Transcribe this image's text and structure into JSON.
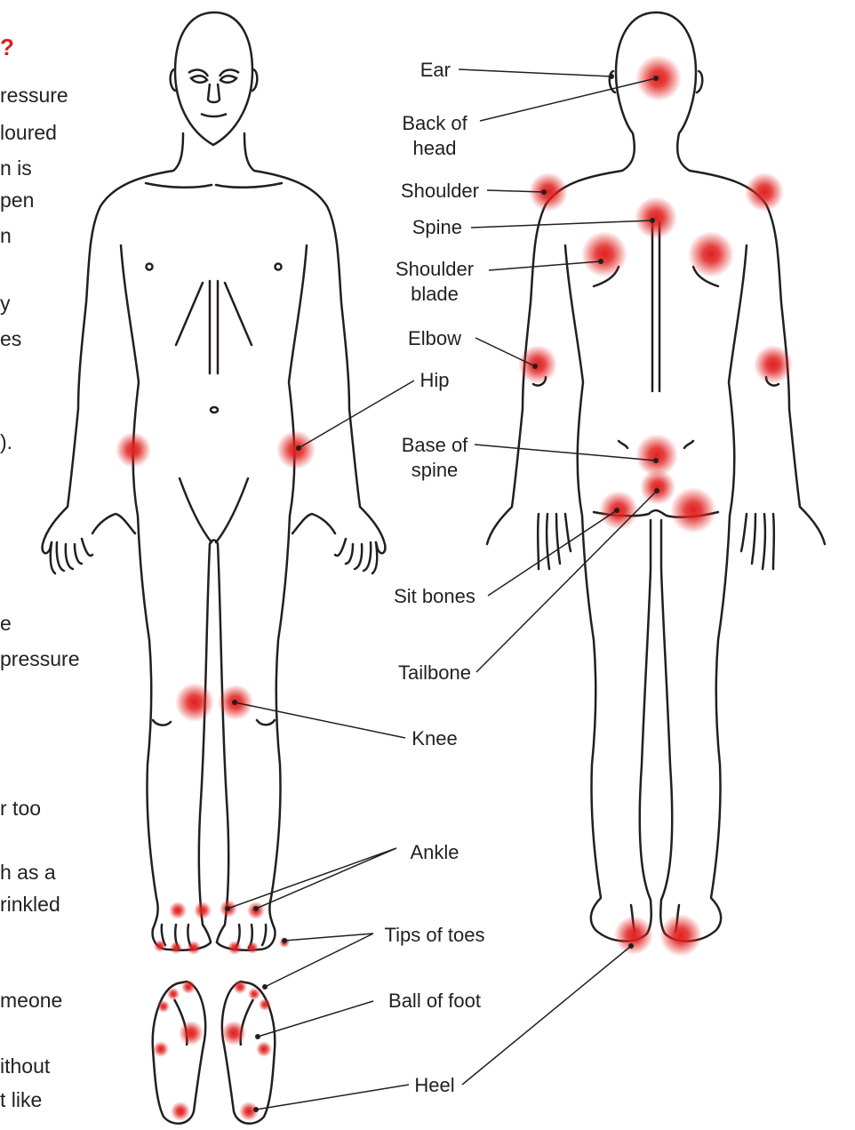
{
  "colors": {
    "outline": "#231f20",
    "pressure_point": "#e0211f",
    "accent": "#d81e24"
  },
  "left_text_fragments": [
    "?",
    "ressure",
    "loured",
    "n is",
    "pen",
    "n",
    "y",
    "es",
    ").",
    "e",
    "pressure",
    "r too",
    "h as a",
    "rinkled",
    "meone",
    "ithout",
    "t like"
  ],
  "labels": {
    "ear": "Ear",
    "back_of_head_1": "Back of",
    "back_of_head_2": "head",
    "shoulder": "Shoulder",
    "spine": "Spine",
    "shoulder_blade_1": "Shoulder",
    "shoulder_blade_2": "blade",
    "elbow": "Elbow",
    "hip": "Hip",
    "base_of_spine_1": "Base of",
    "base_of_spine_2": "spine",
    "sit_bones": "Sit bones",
    "tailbone": "Tailbone",
    "knee": "Knee",
    "ankle": "Ankle",
    "tips_of_toes": "Tips of toes",
    "ball_of_foot": "Ball of foot",
    "heel": "Heel"
  }
}
